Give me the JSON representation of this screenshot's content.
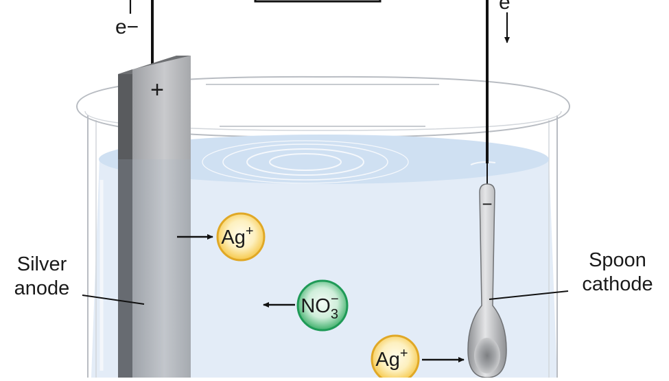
{
  "labels": {
    "electron_left": "e−",
    "electron_right": "e",
    "anode_plus": "+",
    "cathode_minus": "−",
    "anode_line1": "Silver",
    "anode_line2": "anode",
    "cathode_line1": "Spoon",
    "cathode_line2": "cathode"
  },
  "ions": [
    {
      "base": "Ag",
      "sub": "",
      "sup": "+",
      "kind": "cation"
    },
    {
      "base": "NO",
      "sub": "3",
      "sup": "−",
      "kind": "anion"
    },
    {
      "base": "Ag",
      "sub": "",
      "sup": "+",
      "kind": "cation"
    }
  ],
  "colors": {
    "cation_fill": "#f9d97a",
    "cation_stroke": "#e0a826",
    "anion_fill": "#8fd0a0",
    "anion_stroke": "#1f9a57",
    "solution": "#e3ecf7",
    "solution_surface": "#cfe0f2",
    "anode_front": "#b4b6ba",
    "anode_side": "#555759",
    "spoon": "#b9bbbe"
  }
}
